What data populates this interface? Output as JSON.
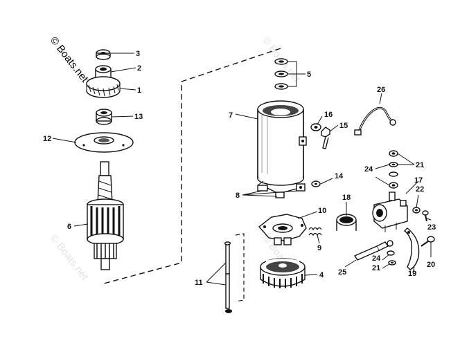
{
  "watermark": {
    "main": "© Boats.net",
    "faint": "© Boats.net"
  },
  "callouts": {
    "c1": "1",
    "c2": "2",
    "c3": "3",
    "c4": "4",
    "c5": "5",
    "c6": "6",
    "c7": "7",
    "c8": "8",
    "c9": "9",
    "c10": "10",
    "c11": "11",
    "c12": "12",
    "c13": "13",
    "c14": "14",
    "c15": "15",
    "c16": "16",
    "c17": "17",
    "c18": "18",
    "c19": "19",
    "c20": "20",
    "c21a": "21",
    "c21b": "21",
    "c22": "22",
    "c23": "23",
    "c24a": "24",
    "c24b": "24",
    "c25": "25",
    "c26": "26"
  },
  "colors": {
    "ink": "#111111",
    "paper": "#ffffff"
  }
}
